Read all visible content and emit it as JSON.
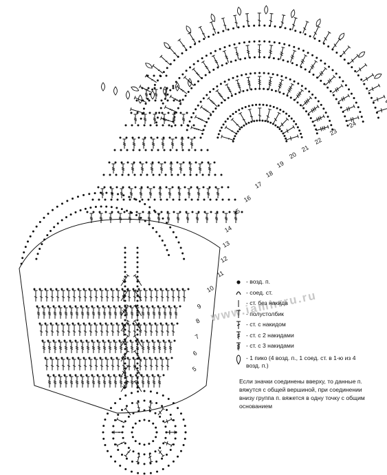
{
  "row_numbers": [
    "5",
    "6",
    "7",
    "8",
    "9",
    "10",
    "11",
    "12",
    "13",
    "14",
    "15",
    "16",
    "17",
    "18",
    "19",
    "20",
    "21",
    "22",
    "23",
    "24"
  ],
  "legend": [
    {
      "icon": "chain-stitch-dot",
      "label": "- возд. п."
    },
    {
      "icon": "slip-stitch-arc",
      "label": "- соед. ст."
    },
    {
      "icon": "single-crochet-bar",
      "label": "- ст. без накида"
    },
    {
      "icon": "half-double-crochet-t",
      "label": "- полустолбик"
    },
    {
      "icon": "double-crochet-1bar",
      "label": "- ст. с накидом"
    },
    {
      "icon": "treble-crochet-2bars",
      "label": "- ст. с 2 накидами"
    },
    {
      "icon": "double-treble-3bars",
      "label": "- ст. с 3 накидами"
    },
    {
      "icon": "picot-drop",
      "label": "- 1 пико (4 возд. п., 1 соед. ст. в 1-ю из 4 возд. п.)"
    }
  ],
  "note": "Если значки соединены вверху, то данные п. вяжутся с общей вершиной, при соединении внизу группа п. вяжется в одну точку с общим основанием",
  "watermark": "www.iamhrru.ru"
}
